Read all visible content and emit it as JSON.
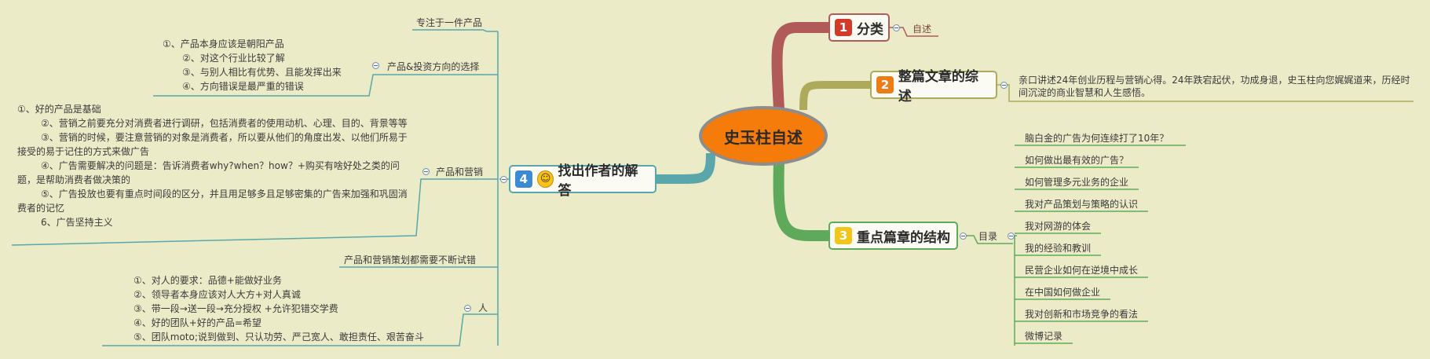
{
  "center": "史玉柱自述",
  "branches": {
    "b1": {
      "num": "1",
      "label": "分类",
      "child": "自述"
    },
    "b2": {
      "num": "2",
      "label": "整篇文章的综述",
      "summary": "亲口讲述24年创业历程与营销心得。24年跌宕起伏，功成身退，史玉柱向您娓娓道来，历经时间沉淀的商业智慧和人生感悟。"
    },
    "b3": {
      "num": "3",
      "label": "重点篇章的结构",
      "child": "目录",
      "items": [
        "脑白金的广告为何连续打了10年？",
        "如何做出最有效的广告？",
        "如何管理多元业务的企业",
        "我对产品策划与策略的认识",
        "我对网游的体会",
        "我的经验和教训",
        "民营企业如何在逆境中成长",
        "在中国如何做企业",
        "我对创新和市场竞争的看法",
        "微博记录"
      ]
    },
    "b4": {
      "num": "4",
      "label": "找出作者的解答",
      "topics": {
        "focus": "专注于一件产品",
        "product_dir": {
          "label": "产品&投资方向的选择",
          "items": [
            "①、产品本身应该是朝阳产品",
            "②、对这个行业比较了解",
            "③、与别人相比有优势、且能发挥出来",
            "④、方向错误是最严重的错误"
          ]
        },
        "marketing": {
          "label": "产品和营销",
          "items": [
            "①、好的产品是基础",
            "②、营销之前要充分对消费者进行调研，包括消费者的使用动机、心理、目的、背景等等",
            "③、营销的时候，要注意营销的对象是消费者，所以要从他们的角度出发、以他们所易于接受的易于记住的方式来做广告",
            "④、广告需要解决的问题是：告诉消费者why?when？how？+购买有啥好处之类的问题，是帮助消费者做决策的",
            "⑤、广告投放也要有重点时间段的区分，并且用足够多且足够密集的广告来加强和巩固消费者的记忆",
            "6、广告坚持主义"
          ]
        },
        "trial": "产品和营销策划都需要不断试错",
        "people": {
          "label": "人",
          "items": [
            "①、对人的要求：品德+能做好业务",
            "②、领导者本身应该对人大方+对人真诚",
            "③、带一段→送一段→充分授权 +允许犯错交学费",
            "④、好的团队+好的产品=希望",
            "⑤、团队moto;说到做到、只认功劳、严己宽人、敢担责任、艰苦奋斗"
          ]
        }
      }
    }
  },
  "colors": {
    "b1": "#b05a5a",
    "b2": "#aeaa5c",
    "b3": "#5ea95a",
    "b4": "#5aa6aa",
    "center": "#f57b0a",
    "num1": "#d23a2a",
    "num2": "#ee7c16",
    "num3": "#f2c617",
    "num4": "#3c8ad1"
  }
}
